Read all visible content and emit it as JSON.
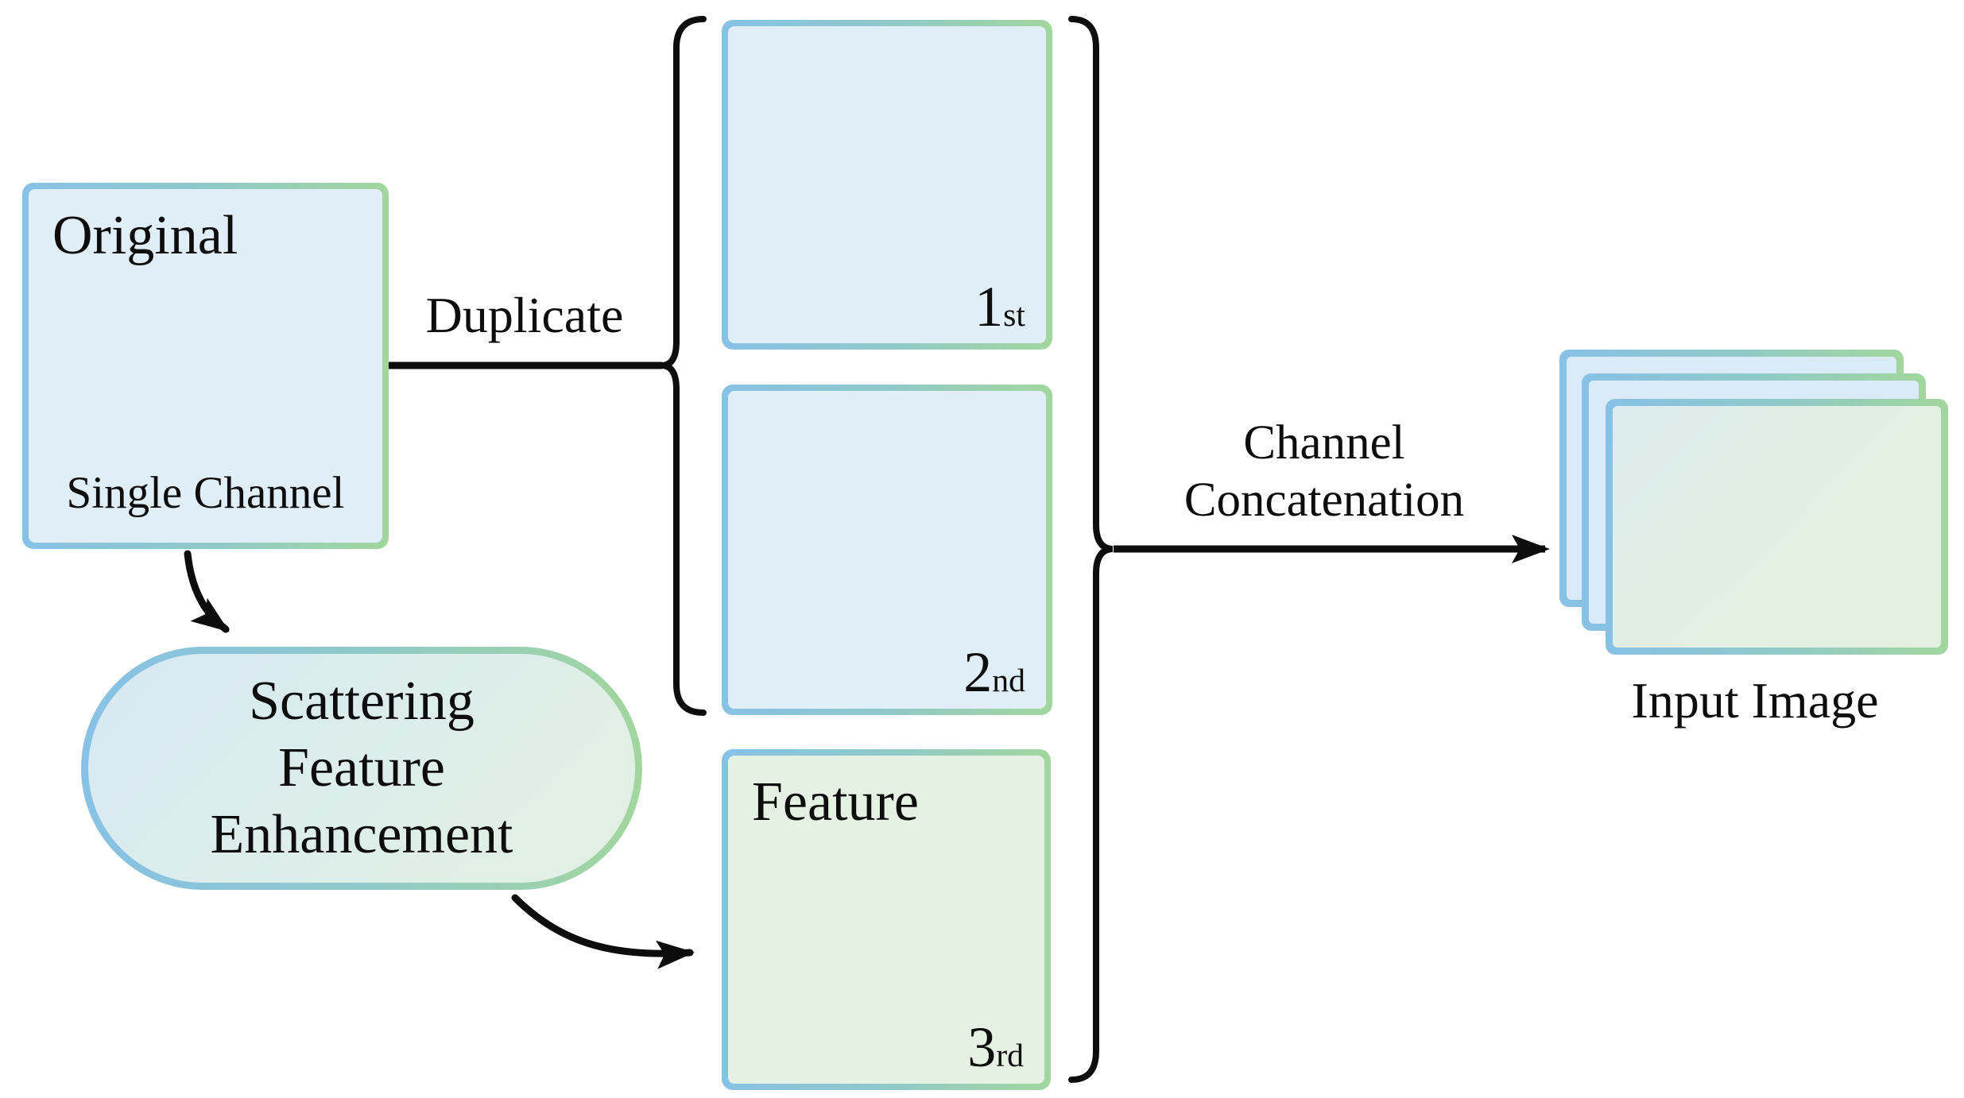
{
  "colors": {
    "border_blue": "#87c1e6",
    "border_green": "#a2d69e",
    "box_fill_blue": "#e0eef8",
    "box_fill_green": "#e5f2e3",
    "connector_black": "#0d0d0d"
  },
  "original_box": {
    "title": "Original",
    "subtitle": "Single Channel"
  },
  "duplicate_label": "Duplicate",
  "channel_boxes": [
    {
      "ordinal": "1",
      "suffix": "st"
    },
    {
      "ordinal": "2",
      "suffix": "nd"
    }
  ],
  "feature_box": {
    "title": "Feature",
    "ordinal": "3",
    "suffix": "rd"
  },
  "enhancement_pill": {
    "line1": "Scattering",
    "line2": "Feature",
    "line3": "Enhancement"
  },
  "concatenation_label": {
    "line1": "Channel",
    "line2": "Concatenation"
  },
  "input_image": {
    "label": "Input Image"
  }
}
